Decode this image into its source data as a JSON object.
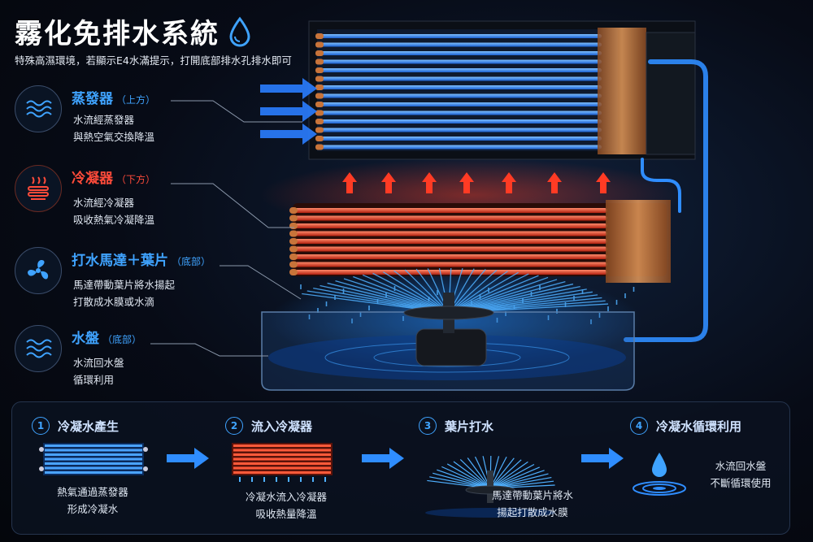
{
  "header": {
    "title": "霧化免排水系統",
    "subtitle": "特殊高濕環境，若顯示E4水滿提示，打開底部排水孔排水即可"
  },
  "features": [
    {
      "name": "蒸發器",
      "position": "（上方）",
      "desc1": "水流經蒸發器",
      "desc2": "與熱空氣交換降溫",
      "icon": "evaporator-icon",
      "color": "#3fa3ff"
    },
    {
      "name": "冷凝器",
      "position": "（下方）",
      "desc1": "水流經冷凝器",
      "desc2": "吸收熱氣冷凝降溫",
      "icon": "condenser-icon",
      "color": "#ff4b3a"
    },
    {
      "name": "打水馬達＋葉片",
      "position": "（底部）",
      "desc1": "馬達帶動葉片將水揚起",
      "desc2": "打散成水膜或水滴",
      "icon": "fan-icon",
      "color": "#3fa3ff"
    },
    {
      "name": "水盤",
      "position": "（底部）",
      "desc1": "水流回水盤",
      "desc2": "循環利用",
      "icon": "water-wave-icon",
      "color": "#3fa3ff"
    }
  ],
  "steps": [
    {
      "num": "1",
      "label": "冷凝水產生",
      "cap1": "熱氣通過蒸發器",
      "cap2": "形成冷凝水"
    },
    {
      "num": "2",
      "label": "流入冷凝器",
      "cap1": "冷凝水流入冷凝器",
      "cap2": "吸收熱量降溫"
    },
    {
      "num": "3",
      "label": "葉片打水",
      "cap1": "馬達帶動葉片將水",
      "cap2": "揚起打散成水膜"
    },
    {
      "num": "4",
      "label": "冷凝水循環利用",
      "cap1": "水流回水盤",
      "cap2": "不斷循環使用"
    }
  ],
  "colors": {
    "accent_blue": "#3fa3ff",
    "accent_red": "#ff4b3a",
    "copper": "#c8743a"
  }
}
